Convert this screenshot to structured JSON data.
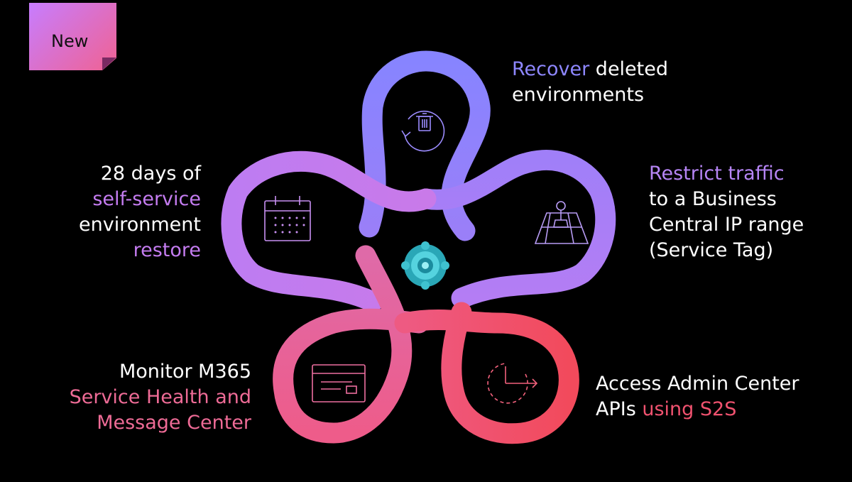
{
  "badge": {
    "label": "New"
  },
  "features": {
    "recover": {
      "accent": "Recover",
      "line1_rest": " deleted",
      "line2": "environments"
    },
    "restrict": {
      "accent": "Restrict traffic",
      "line2": "to a Business",
      "line3": "Central IP range",
      "line4": "(Service Tag)"
    },
    "restore": {
      "line1": "28 days of",
      "accent1": "self-service",
      "line3": "environment",
      "accent2": "restore"
    },
    "monitor": {
      "line1": "Monitor M365",
      "accent1": "Service Health and",
      "accent2": "Message Center"
    },
    "apis": {
      "line1": "Access Admin Center",
      "line2_start": "APIs ",
      "accent": "using S2S"
    }
  },
  "colors": {
    "background": "#000000",
    "loop_blue": "#8a86ff",
    "loop_violet": "#b07ef6",
    "loop_purple": "#c27bf0",
    "loop_pink": "#ea5f90",
    "loop_red": "#f0506c",
    "center_logo": "#33b7c7"
  },
  "icons": {
    "recover": "recycle-bin-icon",
    "restrict": "location-map-icon",
    "restore": "calendar-icon",
    "monitor": "message-window-icon",
    "apis": "clock-arrow-icon",
    "center": "business-central-logo"
  }
}
